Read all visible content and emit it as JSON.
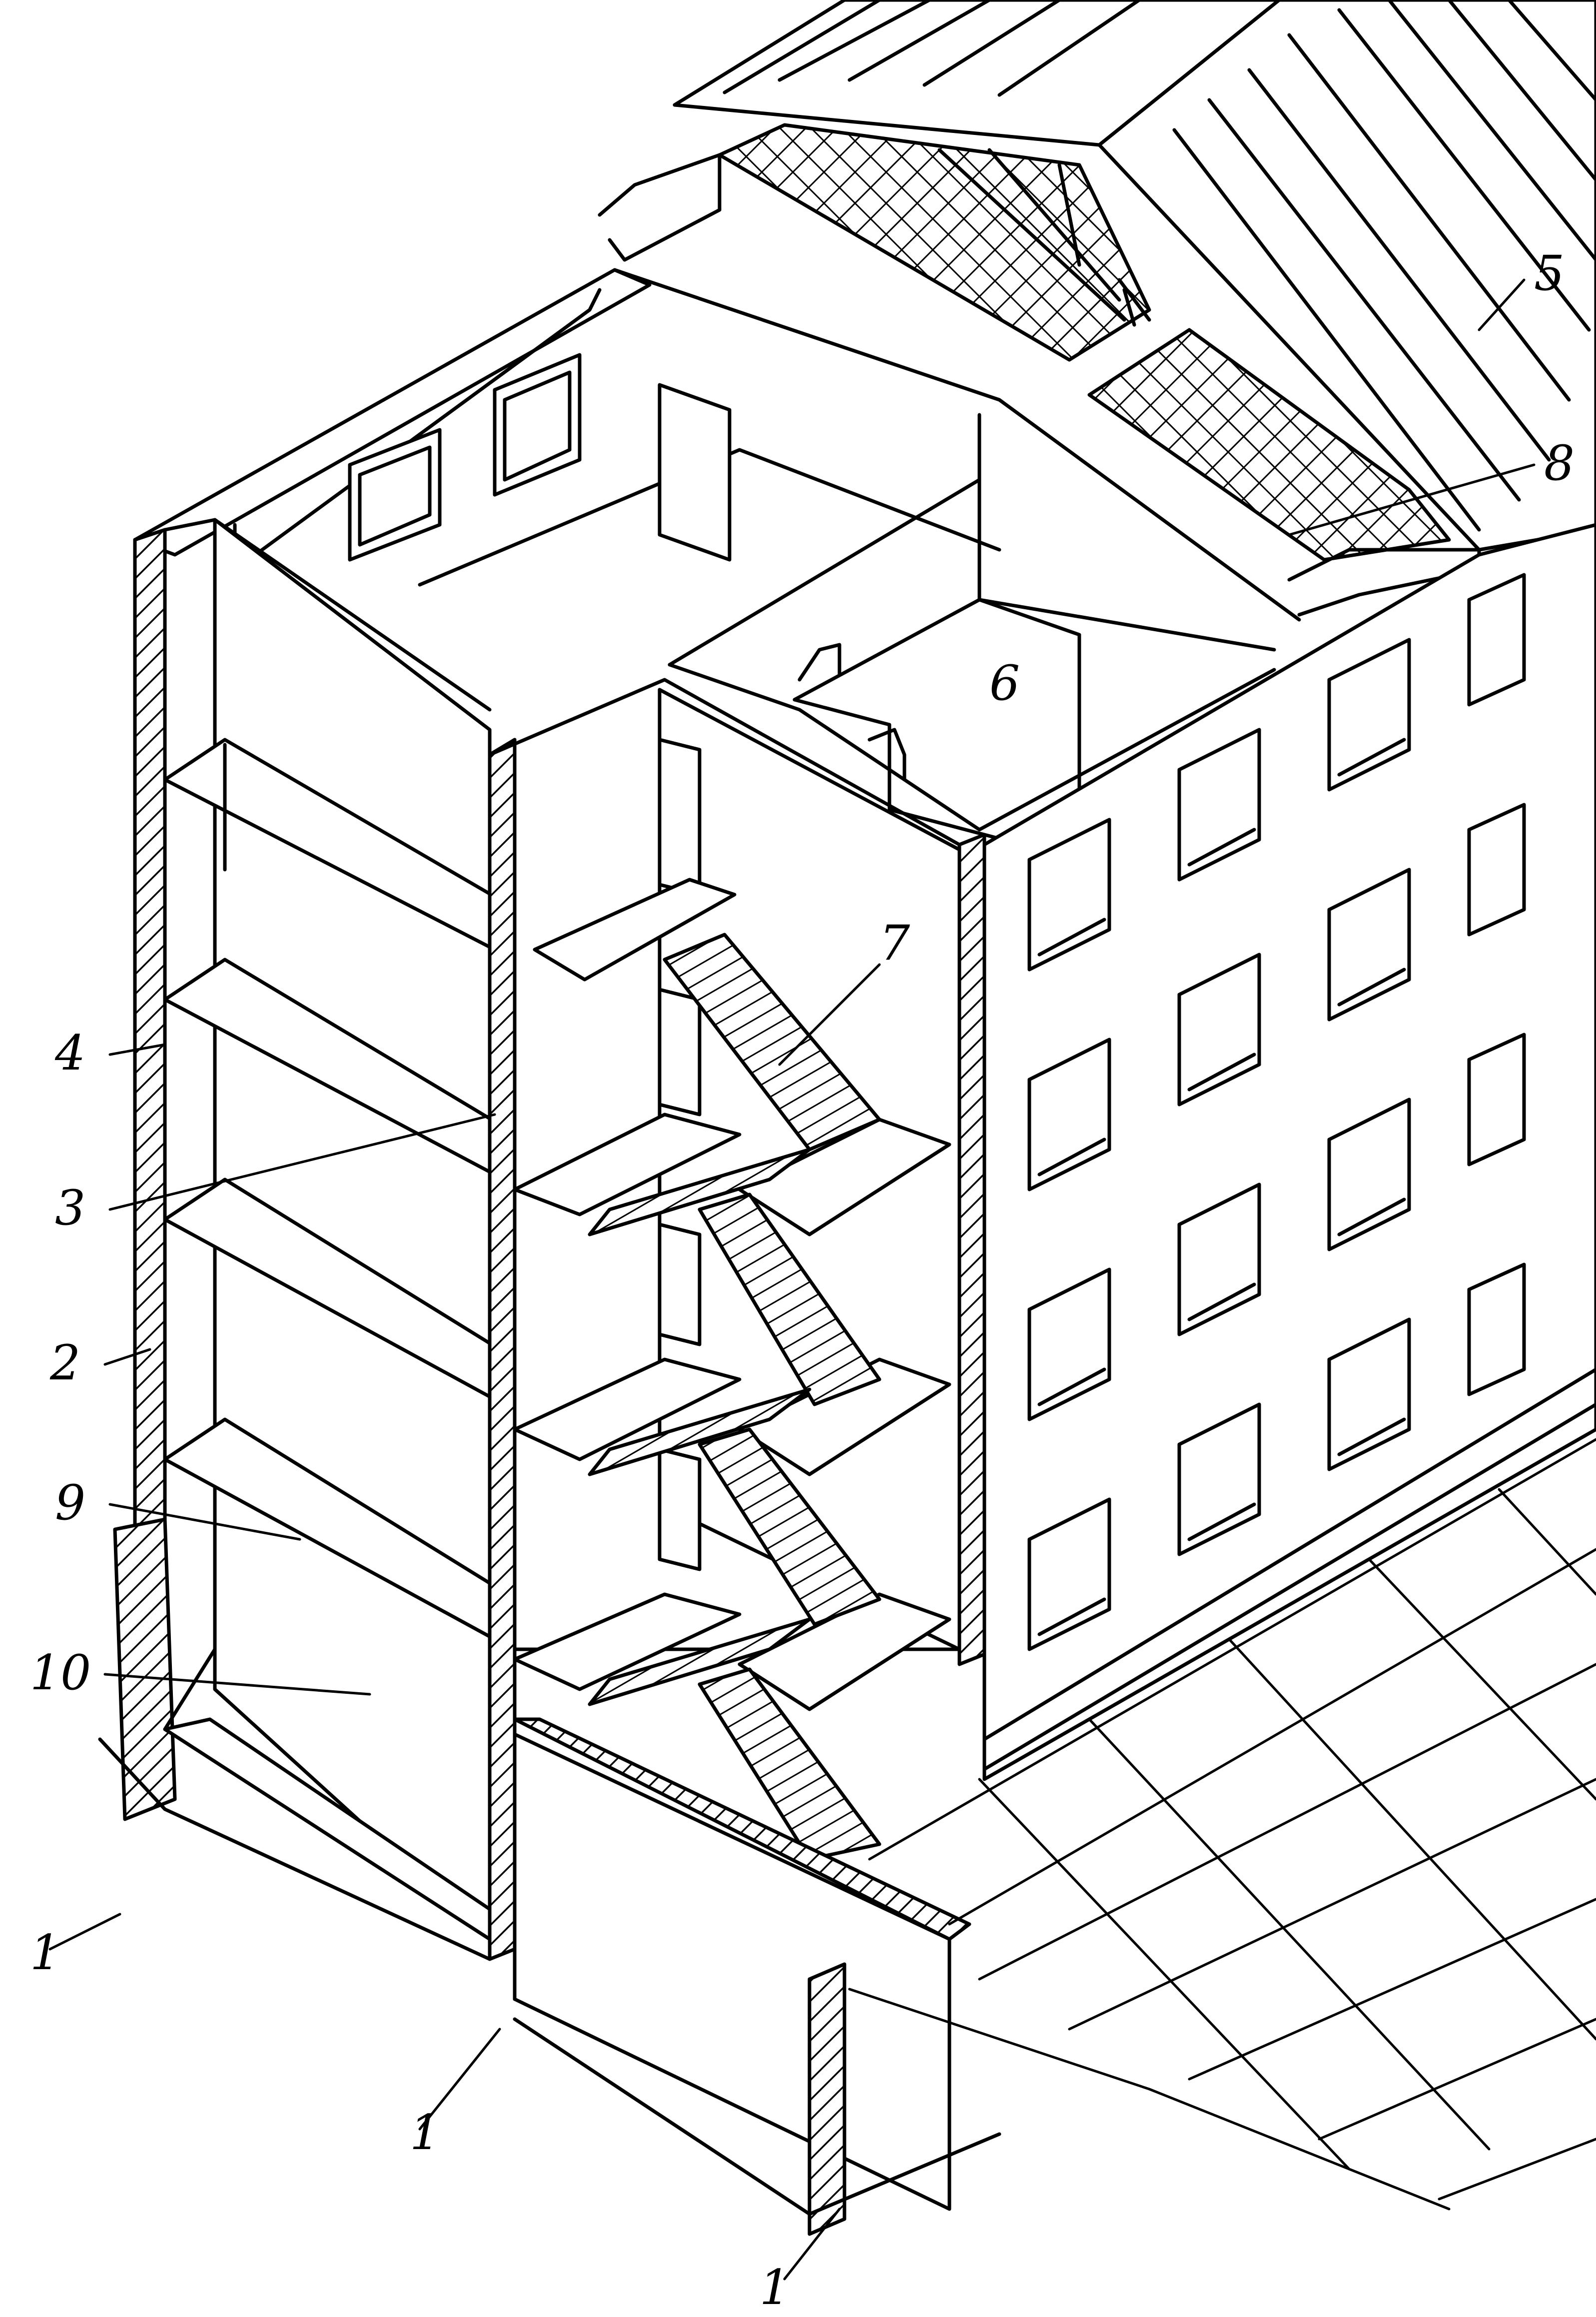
{
  "figure": {
    "ink_color": "#000000",
    "paper_color": "#ffffff"
  },
  "callouts": [
    {
      "id": "c5",
      "text": "5"
    },
    {
      "id": "c8",
      "text": "8"
    },
    {
      "id": "c6",
      "text": "6"
    },
    {
      "id": "c7",
      "text": "7"
    },
    {
      "id": "c4",
      "text": "4"
    },
    {
      "id": "c3",
      "text": "3"
    },
    {
      "id": "c2",
      "text": "2"
    },
    {
      "id": "c9",
      "text": "9"
    },
    {
      "id": "c10",
      "text": "10"
    },
    {
      "id": "c1a",
      "text": "1"
    },
    {
      "id": "c1b",
      "text": "1"
    },
    {
      "id": "c1c",
      "text": "1"
    }
  ]
}
